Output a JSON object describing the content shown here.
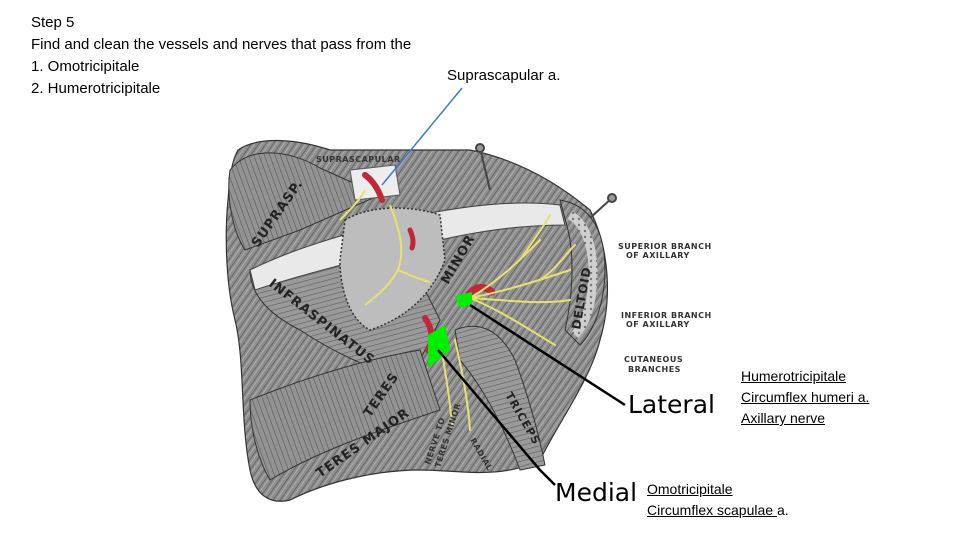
{
  "step": {
    "title": "Step 5",
    "instruction": "Find and clean the vessels and nerves that pass from the",
    "items": [
      "1.   Omotricipitale",
      "2.   Humerotricipitale"
    ]
  },
  "callouts": {
    "suprascapular_artery": "Suprascapular a.",
    "lateral": "Lateral",
    "medial": "Medial",
    "humerotricipitale": {
      "title": "Humerotricipitale",
      "line2": "Circumflex humeri a.",
      "line3": "Axillary nerve"
    },
    "omotricipitale": {
      "title": "Omotricipitale",
      "line2_underlined": "Circumflex scapulae ",
      "line2_rest": "a."
    }
  },
  "figure_labels": {
    "suprascapular": "SUPRASCAPULAR",
    "superior_branch_1": "SUPERIOR BRANCH",
    "superior_branch_2": "OF AXILLARY",
    "inferior_branch_1": "INFERIOR BRANCH",
    "inferior_branch_2": "OF AXILLARY",
    "cutaneous_1": "CUTANEOUS",
    "cutaneous_2": "BRANCHES",
    "supraspinatus": "SUPRASP.",
    "infraspinatus": "INFRASPINATUS",
    "teres_minor": "MINOR",
    "teres_label": "TERES",
    "teres_major": "TERES MAJOR",
    "deltoid": "DELTOID",
    "triceps": "TRICEPS",
    "nerve_to_teres_minor_1": "NERVE TO",
    "nerve_to_teres_minor_2": "TERES MINOR",
    "radial": "RADIAL"
  },
  "colors": {
    "highlight_space": "#00ee00",
    "artery": "#c0273a",
    "nerve": "#e8e070",
    "pointer_blue": "#3a7bd5",
    "muscle": "#8a8a8a",
    "bone": "#e6e6e6"
  }
}
